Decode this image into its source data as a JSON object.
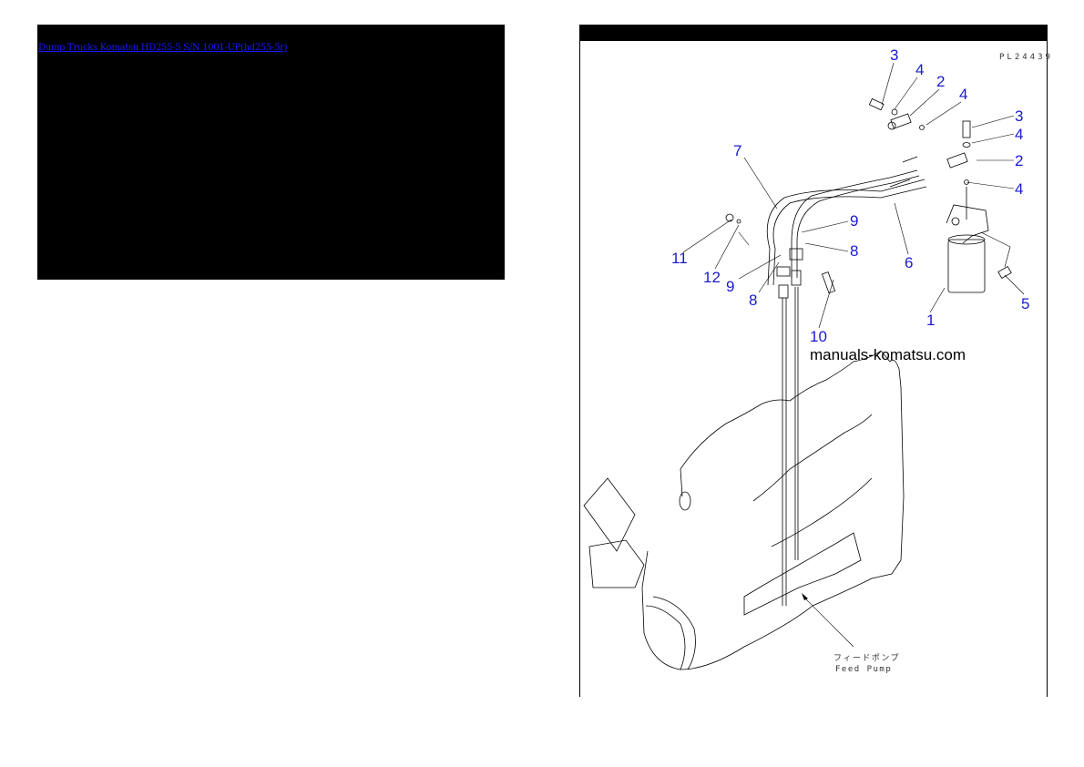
{
  "left_panel": {
    "link_text": "Dump Trucks Komatsu HD255-5 S/N 1001-UP(hd255-5r)",
    "background": "#000000",
    "link_color": "#1a1aff"
  },
  "right_panel": {
    "drawing_code": "PL24439",
    "watermark": "manuals-komatsu.com",
    "callouts": [
      "3",
      "4",
      "2",
      "4",
      "3",
      "4",
      "2",
      "4",
      "7",
      "9",
      "8",
      "11",
      "12",
      "9",
      "8",
      "6",
      "5",
      "1",
      "10"
    ],
    "feed_pump_label_jp": "フィードポンプ",
    "feed_pump_label_en": "Feed Pump",
    "callout_color": "#1a1ad0"
  }
}
